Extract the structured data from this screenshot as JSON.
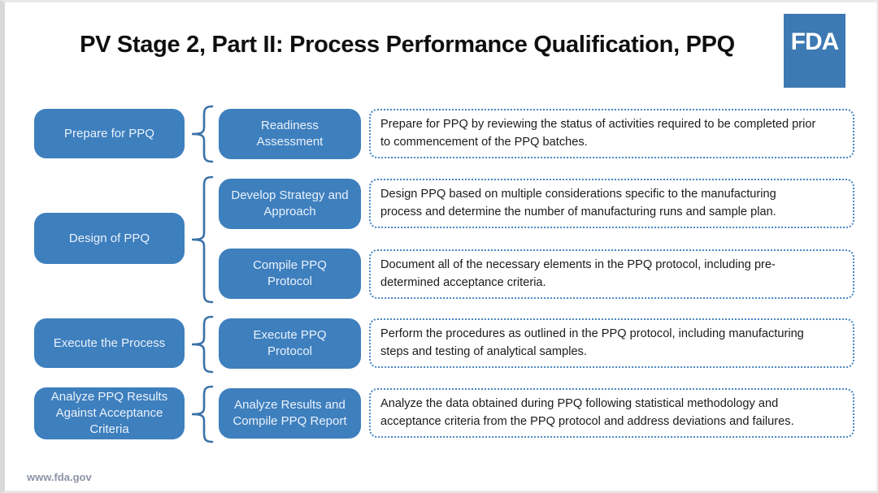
{
  "header": {
    "title": "PV Stage 2, Part II: Process Performance Qualification, PPQ",
    "logo_text": "FDA"
  },
  "footer": {
    "url": "www.fda.gov"
  },
  "colors": {
    "box_blue": "#3E7FBE",
    "bracket_blue": "#3A72A8",
    "dotted_border_blue": "#4A86C5",
    "logo_blue": "#3D79B3",
    "box_text": "#EAF2FB",
    "title_text": "#0F0F0F",
    "footer_text": "#8E93A8"
  },
  "groups": [
    {
      "stage": "Prepare for PPQ",
      "steps": [
        {
          "label": "Readiness\nAssessment",
          "description": "Prepare for PPQ by reviewing the status of activities required to be completed prior\nto commencement of the PPQ batches."
        }
      ]
    },
    {
      "stage": "Design of PPQ",
      "steps": [
        {
          "label": "Develop Strategy and\nApproach",
          "description": "Design PPQ based on multiple considerations specific to the manufacturing\nprocess and determine the number of manufacturing runs and sample plan."
        },
        {
          "label": "Compile PPQ\nProtocol",
          "description": "Document all of the necessary elements in the PPQ protocol, including pre-\ndetermined acceptance criteria."
        }
      ]
    },
    {
      "stage": "Execute the Process",
      "steps": [
        {
          "label": "Execute PPQ\nProtocol",
          "description": "Perform the procedures as outlined in the PPQ protocol, including manufacturing\nsteps and testing of analytical samples."
        }
      ]
    },
    {
      "stage": "Analyze PPQ Results\nAgainst Acceptance\nCriteria",
      "steps": [
        {
          "label": "Analyze Results and\nCompile PPQ Report",
          "description": "Analyze the data obtained during PPQ following statistical methodology and\nacceptance criteria from the PPQ protocol and address deviations and failures."
        }
      ]
    }
  ]
}
